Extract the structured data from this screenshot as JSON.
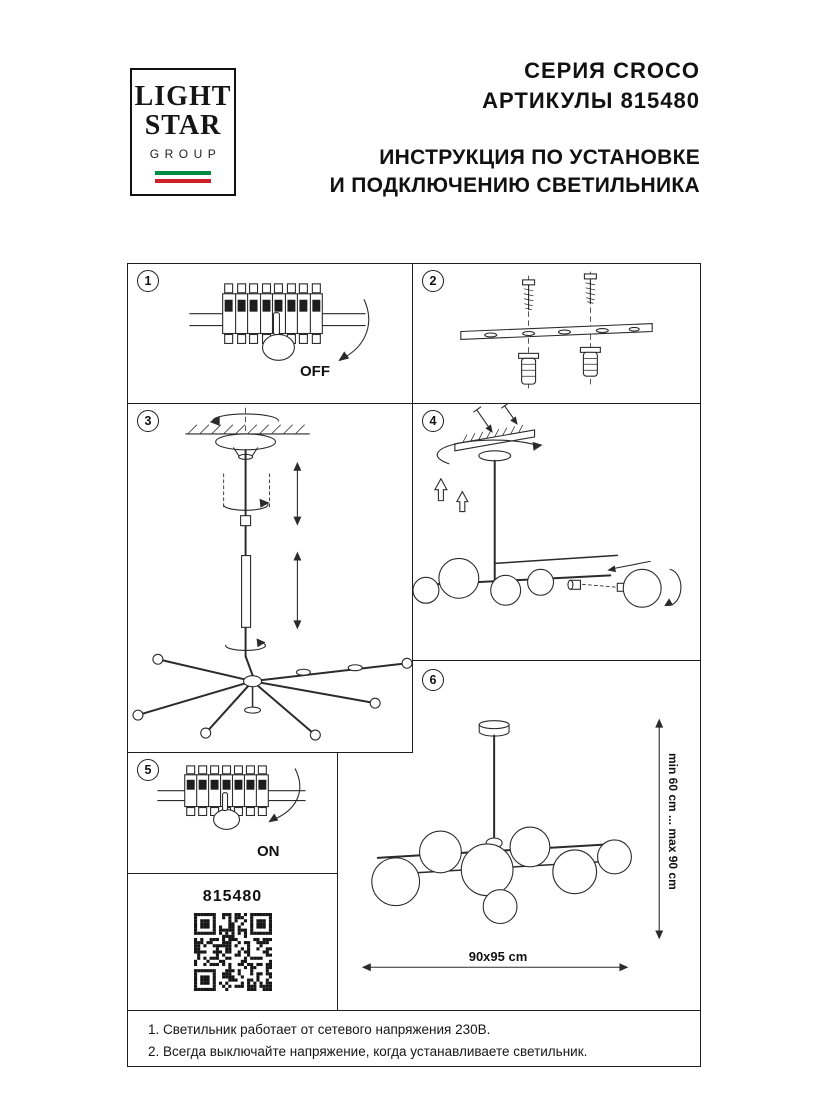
{
  "header": {
    "logo": {
      "line1": "LIGHT",
      "line2": "STAR",
      "line3": "GROUP"
    },
    "flag_colors": {
      "green": "#008C45",
      "white": "#ffffff",
      "red": "#CD212A"
    },
    "series": "СЕРИЯ CROCO",
    "articles": "АРТИКУЛЫ 815480",
    "title_line1": "ИНСТРУКЦИЯ ПО УСТАНОВКЕ",
    "title_line2": "И ПОДКЛЮЧЕНИЮ СВЕТИЛЬНИКА"
  },
  "steps": {
    "s1": {
      "num": "1",
      "switch_label": "OFF"
    },
    "s2": {
      "num": "2"
    },
    "s3": {
      "num": "3"
    },
    "s4": {
      "num": "4"
    },
    "s5": {
      "num": "5",
      "switch_label": "ON"
    },
    "s6": {
      "num": "6",
      "dim_vertical": "min 60 cm ... max 90 cm",
      "dim_horizontal": "90x95 cm"
    }
  },
  "article_box": {
    "number": "815480"
  },
  "notes": {
    "line1": "1. Светильник работает от сетевого напряжения 230В.",
    "line2": "2. Всегда выключайте напряжение, когда устанавливаете светильник."
  }
}
